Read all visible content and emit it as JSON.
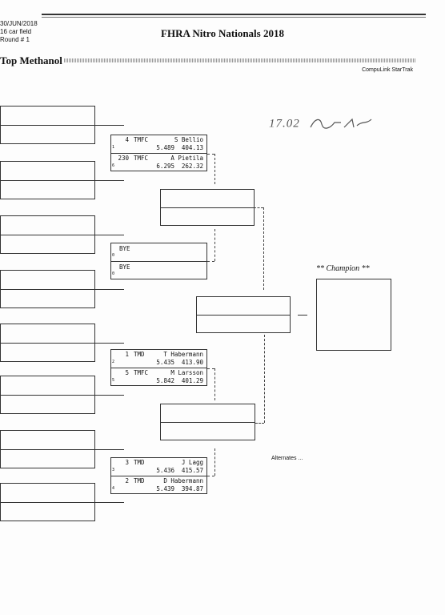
{
  "header": {
    "date": "30/JUN/2018",
    "field": "16 car field",
    "round": "Round # 1",
    "event_title": "FHRA Nitro Nationals 2018",
    "class_name": "Top Methanol",
    "software_credit": "CompuLink StarTrak"
  },
  "handwritten_note": "17.02",
  "pairs": [
    {
      "top": {
        "number": "4",
        "class": "TMFC",
        "driver": "S Bellio",
        "et": "5.489",
        "mph": "404.13",
        "lane": "1"
      },
      "bottom": {
        "number": "230",
        "class": "TMFC",
        "driver": "A Pietila",
        "et": "6.295",
        "mph": "262.32",
        "lane": "6"
      }
    },
    {
      "top": {
        "bye": "BYE",
        "lane": "0"
      },
      "bottom": {
        "bye": "BYE",
        "lane": "0"
      }
    },
    {
      "top": {
        "number": "1",
        "class": "TMD",
        "driver": "T Habermann",
        "et": "5.435",
        "mph": "413.90",
        "lane": "2"
      },
      "bottom": {
        "number": "5",
        "class": "TMFC",
        "driver": "M Larsson",
        "et": "5.842",
        "mph": "401.29",
        "lane": "5"
      }
    },
    {
      "top": {
        "number": "3",
        "class": "TMD",
        "driver": "J Lagg",
        "et": "5.436",
        "mph": "415.57",
        "lane": "3"
      },
      "bottom": {
        "number": "2",
        "class": "TMD",
        "driver": "D Habermann",
        "et": "5.439",
        "mph": "394.87",
        "lane": "4"
      }
    }
  ],
  "champion": {
    "label": "** Champion **"
  },
  "alternates_label": "Alternates ..."
}
